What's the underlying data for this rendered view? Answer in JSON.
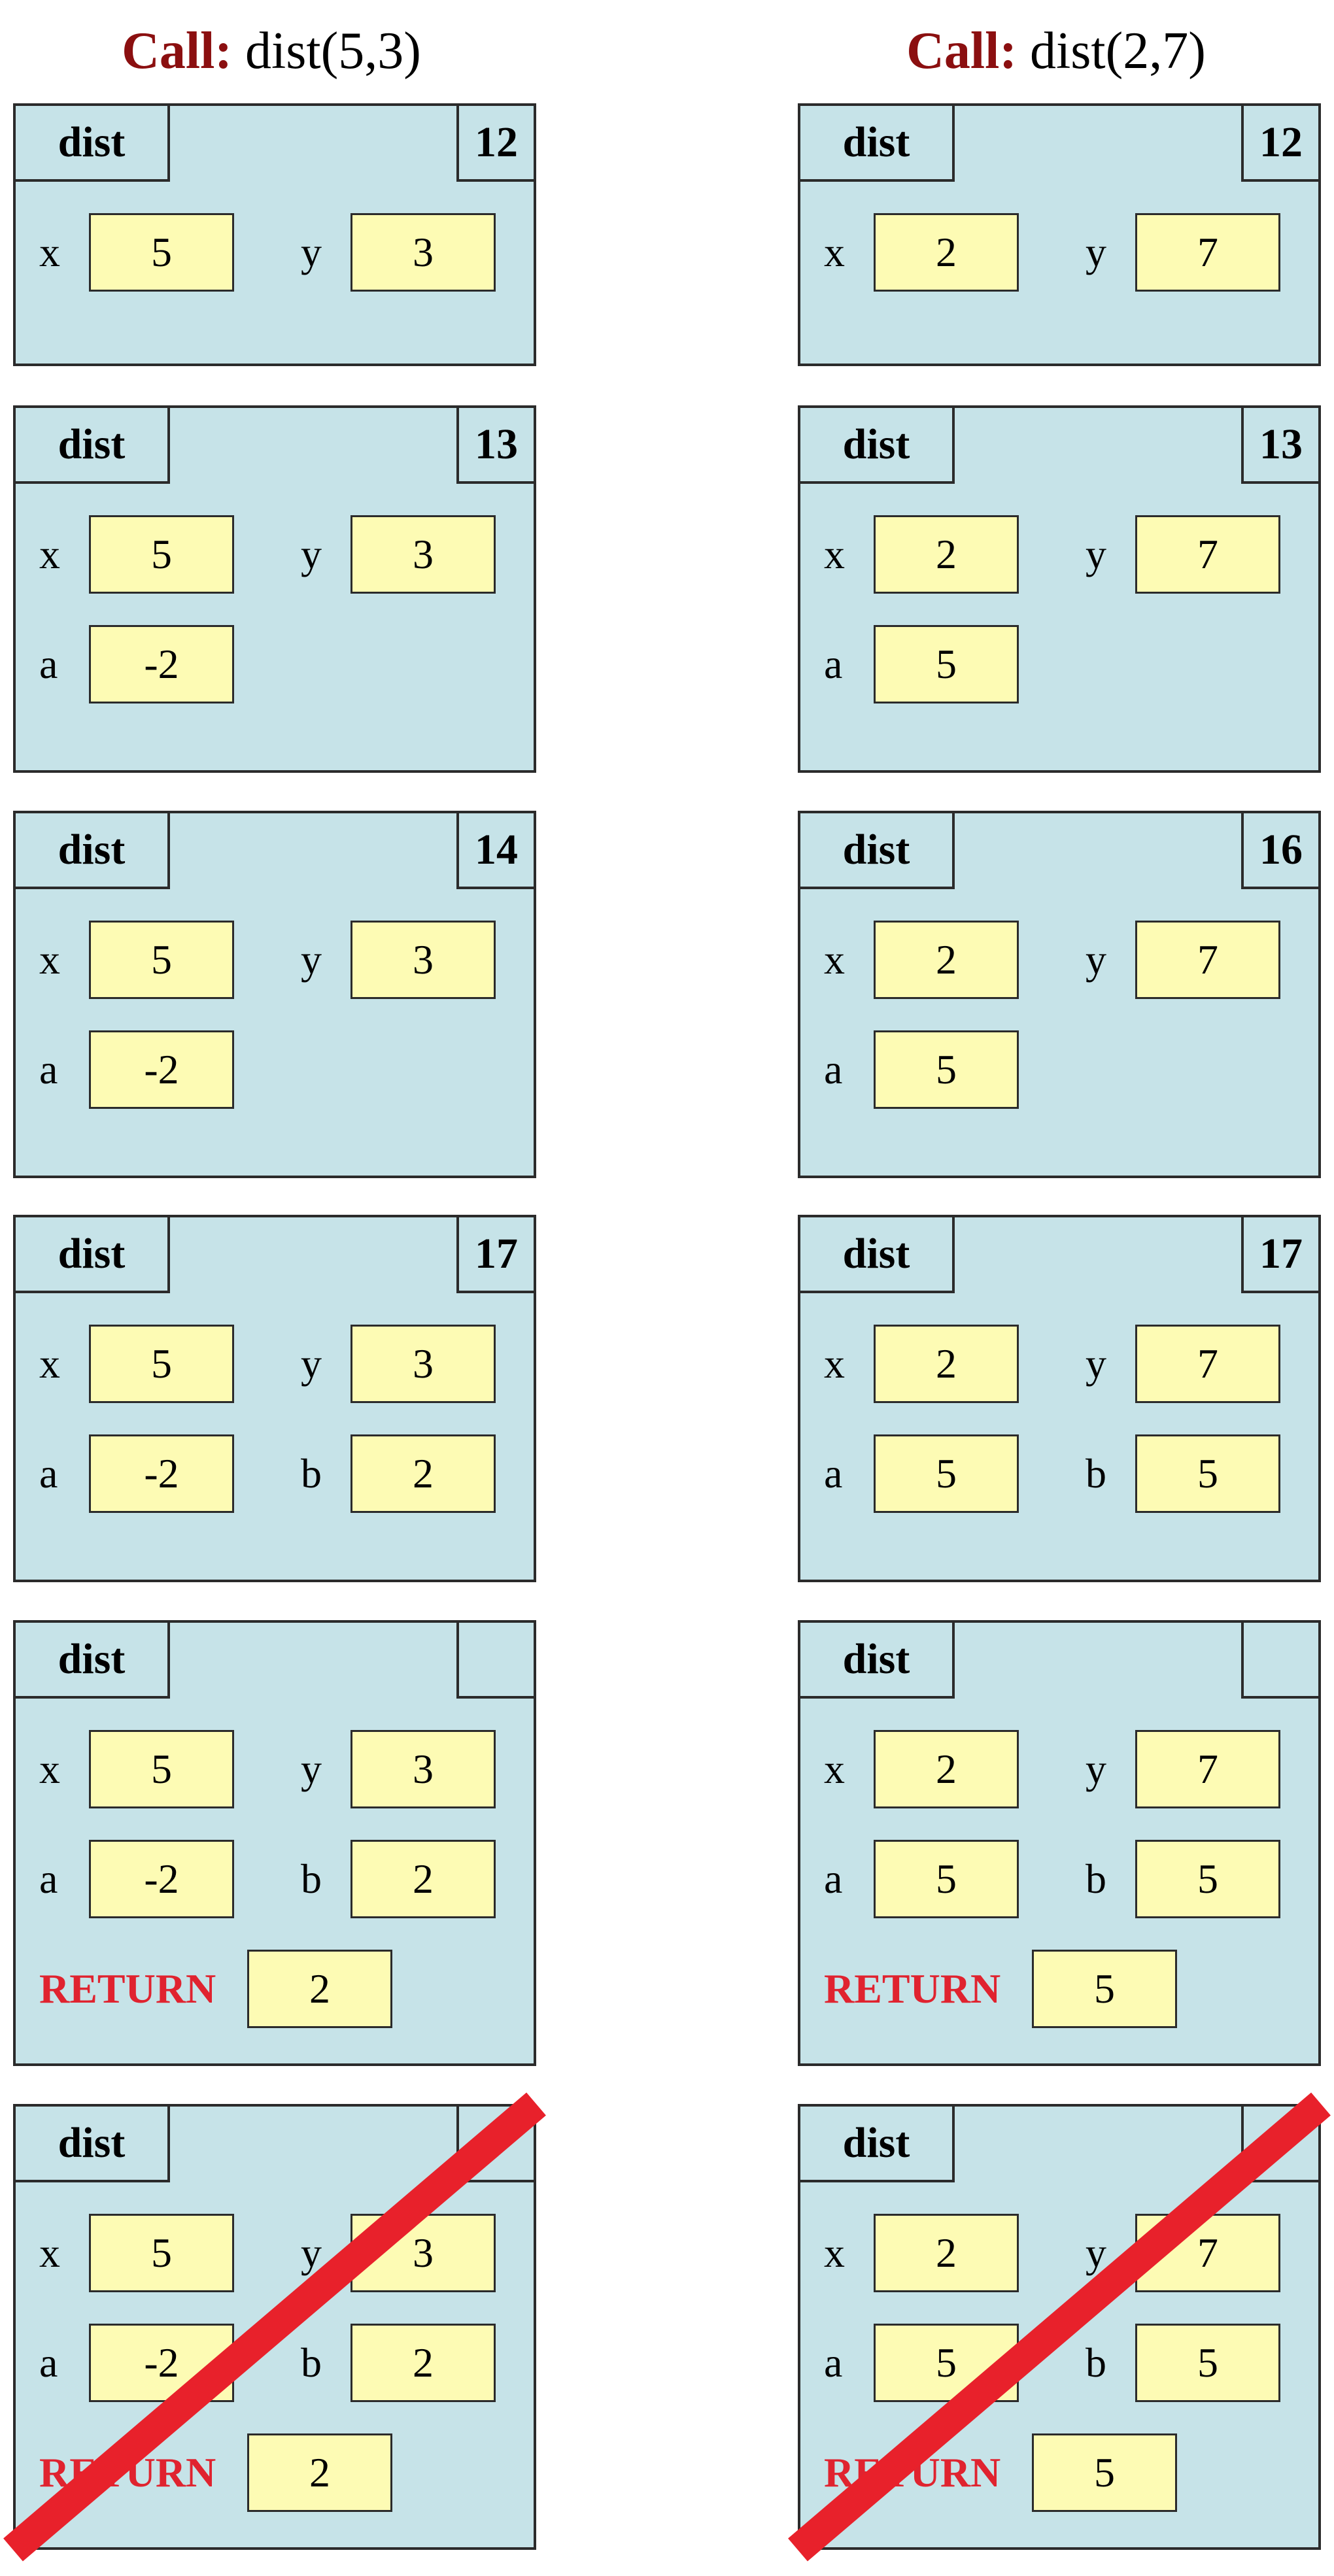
{
  "columns": [
    {
      "call_label": "Call:",
      "call_expr": "dist(5,3)",
      "frames": [
        {
          "name": "dist",
          "pc": "12",
          "vars": [
            [
              "x",
              "5",
              "y",
              "3"
            ]
          ],
          "ret": null,
          "crossed": false
        },
        {
          "name": "dist",
          "pc": "13",
          "vars": [
            [
              "x",
              "5",
              "y",
              "3"
            ],
            [
              "a",
              "-2",
              null,
              null
            ]
          ],
          "ret": null,
          "crossed": false
        },
        {
          "name": "dist",
          "pc": "14",
          "vars": [
            [
              "x",
              "5",
              "y",
              "3"
            ],
            [
              "a",
              "-2",
              null,
              null
            ]
          ],
          "ret": null,
          "crossed": false
        },
        {
          "name": "dist",
          "pc": "17",
          "vars": [
            [
              "x",
              "5",
              "y",
              "3"
            ],
            [
              "a",
              "-2",
              "b",
              "2"
            ]
          ],
          "ret": null,
          "crossed": false
        },
        {
          "name": "dist",
          "pc": "",
          "vars": [
            [
              "x",
              "5",
              "y",
              "3"
            ],
            [
              "a",
              "-2",
              "b",
              "2"
            ]
          ],
          "ret": {
            "label": "RETURN",
            "value": "2"
          },
          "crossed": false
        },
        {
          "name": "dist",
          "pc": "",
          "vars": [
            [
              "x",
              "5",
              "y",
              "3"
            ],
            [
              "a",
              "-2",
              "b",
              "2"
            ]
          ],
          "ret": {
            "label": "RETURN",
            "value": "2"
          },
          "crossed": true
        }
      ]
    },
    {
      "call_label": "Call:",
      "call_expr": "dist(2,7)",
      "frames": [
        {
          "name": "dist",
          "pc": "12",
          "vars": [
            [
              "x",
              "2",
              "y",
              "7"
            ]
          ],
          "ret": null,
          "crossed": false
        },
        {
          "name": "dist",
          "pc": "13",
          "vars": [
            [
              "x",
              "2",
              "y",
              "7"
            ],
            [
              "a",
              "5",
              null,
              null
            ]
          ],
          "ret": null,
          "crossed": false
        },
        {
          "name": "dist",
          "pc": "16",
          "vars": [
            [
              "x",
              "2",
              "y",
              "7"
            ],
            [
              "a",
              "5",
              null,
              null
            ]
          ],
          "ret": null,
          "crossed": false
        },
        {
          "name": "dist",
          "pc": "17",
          "vars": [
            [
              "x",
              "2",
              "y",
              "7"
            ],
            [
              "a",
              "5",
              "b",
              "5"
            ]
          ],
          "ret": null,
          "crossed": false
        },
        {
          "name": "dist",
          "pc": "",
          "vars": [
            [
              "x",
              "2",
              "y",
              "7"
            ],
            [
              "a",
              "5",
              "b",
              "5"
            ]
          ],
          "ret": {
            "label": "RETURN",
            "value": "5"
          },
          "crossed": false
        },
        {
          "name": "dist",
          "pc": "",
          "vars": [
            [
              "x",
              "2",
              "y",
              "7"
            ],
            [
              "a",
              "5",
              "b",
              "5"
            ]
          ],
          "ret": {
            "label": "RETURN",
            "value": "5"
          },
          "crossed": true
        }
      ]
    }
  ],
  "colors": {
    "frame_bg": "#c6e3e8",
    "value_box_bg": "#fdfbb4",
    "call_label": "#8b0f10",
    "return_label": "#e0232f",
    "cross_out": "#e8212b"
  }
}
